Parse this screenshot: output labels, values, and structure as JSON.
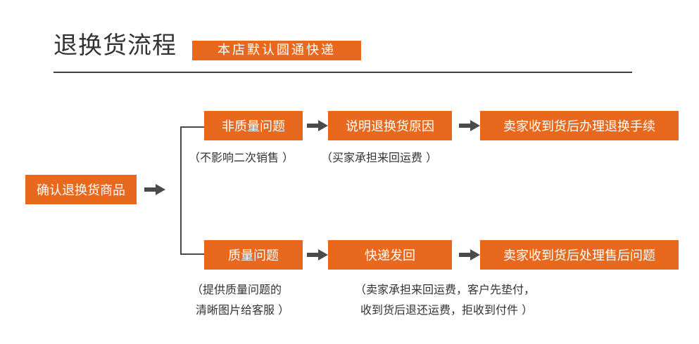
{
  "header": {
    "title": "退换货流程",
    "badge": "本店默认圆通快递"
  },
  "colors": {
    "accent": "#e8691e",
    "arrow": "#4a4a4a",
    "text": "#333333"
  },
  "flow": {
    "start": "确认退换货商品",
    "top_branch": {
      "step1": "非质量问题",
      "step2": "说明退换货原因",
      "step3": "卖家收到货后办理退换手续",
      "note1": "（不影响二次销售 ）",
      "note2": "（买家承担来回运费 ）"
    },
    "bottom_branch": {
      "step1": "质量问题",
      "step2": "快递发回",
      "step3": "卖家收到货后处理售后问题",
      "note1_line1": "（提供质量问题的",
      "note1_line2": "清晰图片给客服 ）",
      "note2_line1": "（卖家承担来回运费，客户先垫付，",
      "note2_line2": "收到货后退还运费，拒收到付件 ）"
    }
  }
}
